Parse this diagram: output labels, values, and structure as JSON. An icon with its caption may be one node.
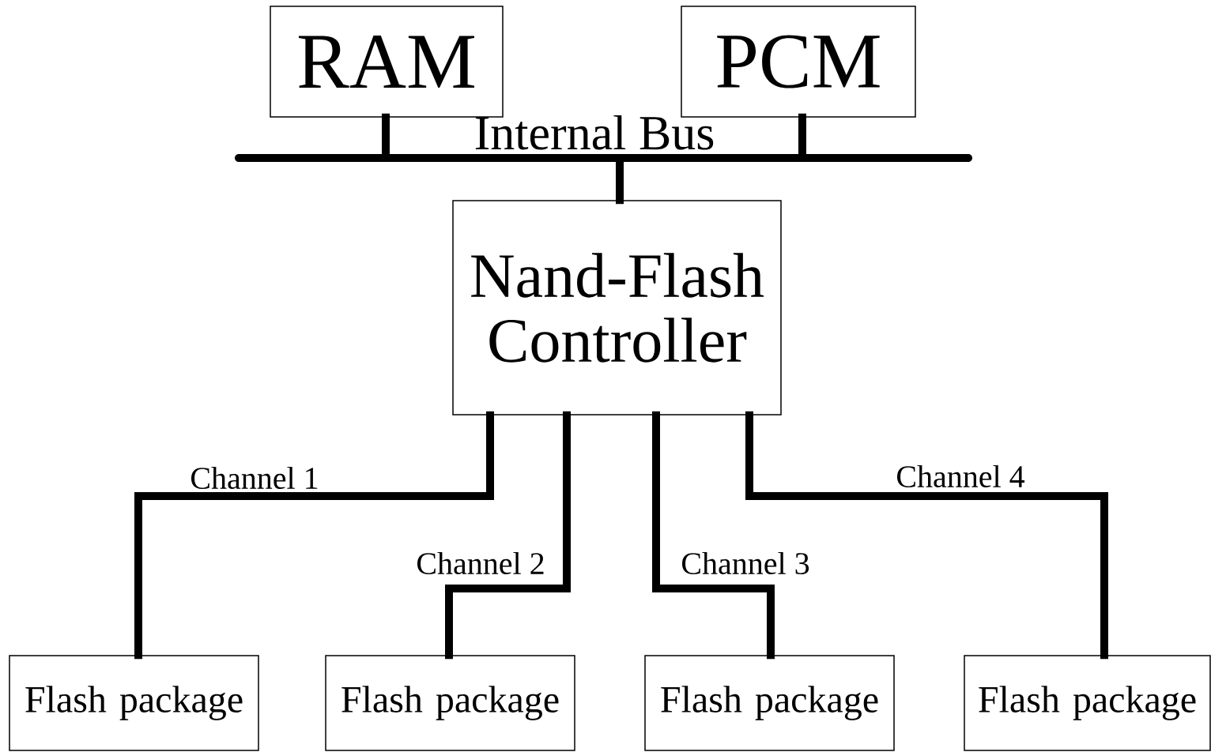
{
  "diagram": {
    "nodes": [
      {
        "text": [
          "RAM"
        ]
      },
      {
        "text": [
          "PCM"
        ]
      },
      {
        "text": [],
        "shape": "bar",
        "beside": [
          "Internal Bus"
        ]
      },
      {
        "text": [
          "Nand-Flash Controller"
        ]
      },
      {
        "text": [
          "Flash package"
        ]
      },
      {
        "text": [
          "Flash package"
        ]
      },
      {
        "text": [
          "Flash package"
        ]
      },
      {
        "text": [
          "Flash package"
        ]
      }
    ],
    "edges": [
      {
        "from": 0,
        "to": 2,
        "arrow": "none"
      },
      {
        "from": 1,
        "to": 2,
        "arrow": "none"
      },
      {
        "from": 2,
        "to": 3,
        "arrow": "none"
      },
      {
        "from": 3,
        "to": 4,
        "arrow": "none",
        "label": "Channel 1"
      },
      {
        "from": 3,
        "to": 5,
        "arrow": "none",
        "label": "Channel 2"
      },
      {
        "from": 3,
        "to": 6,
        "arrow": "none",
        "label": "Channel 3"
      },
      {
        "from": 3,
        "to": 7,
        "arrow": "none",
        "label": "Channel 4"
      }
    ]
  }
}
